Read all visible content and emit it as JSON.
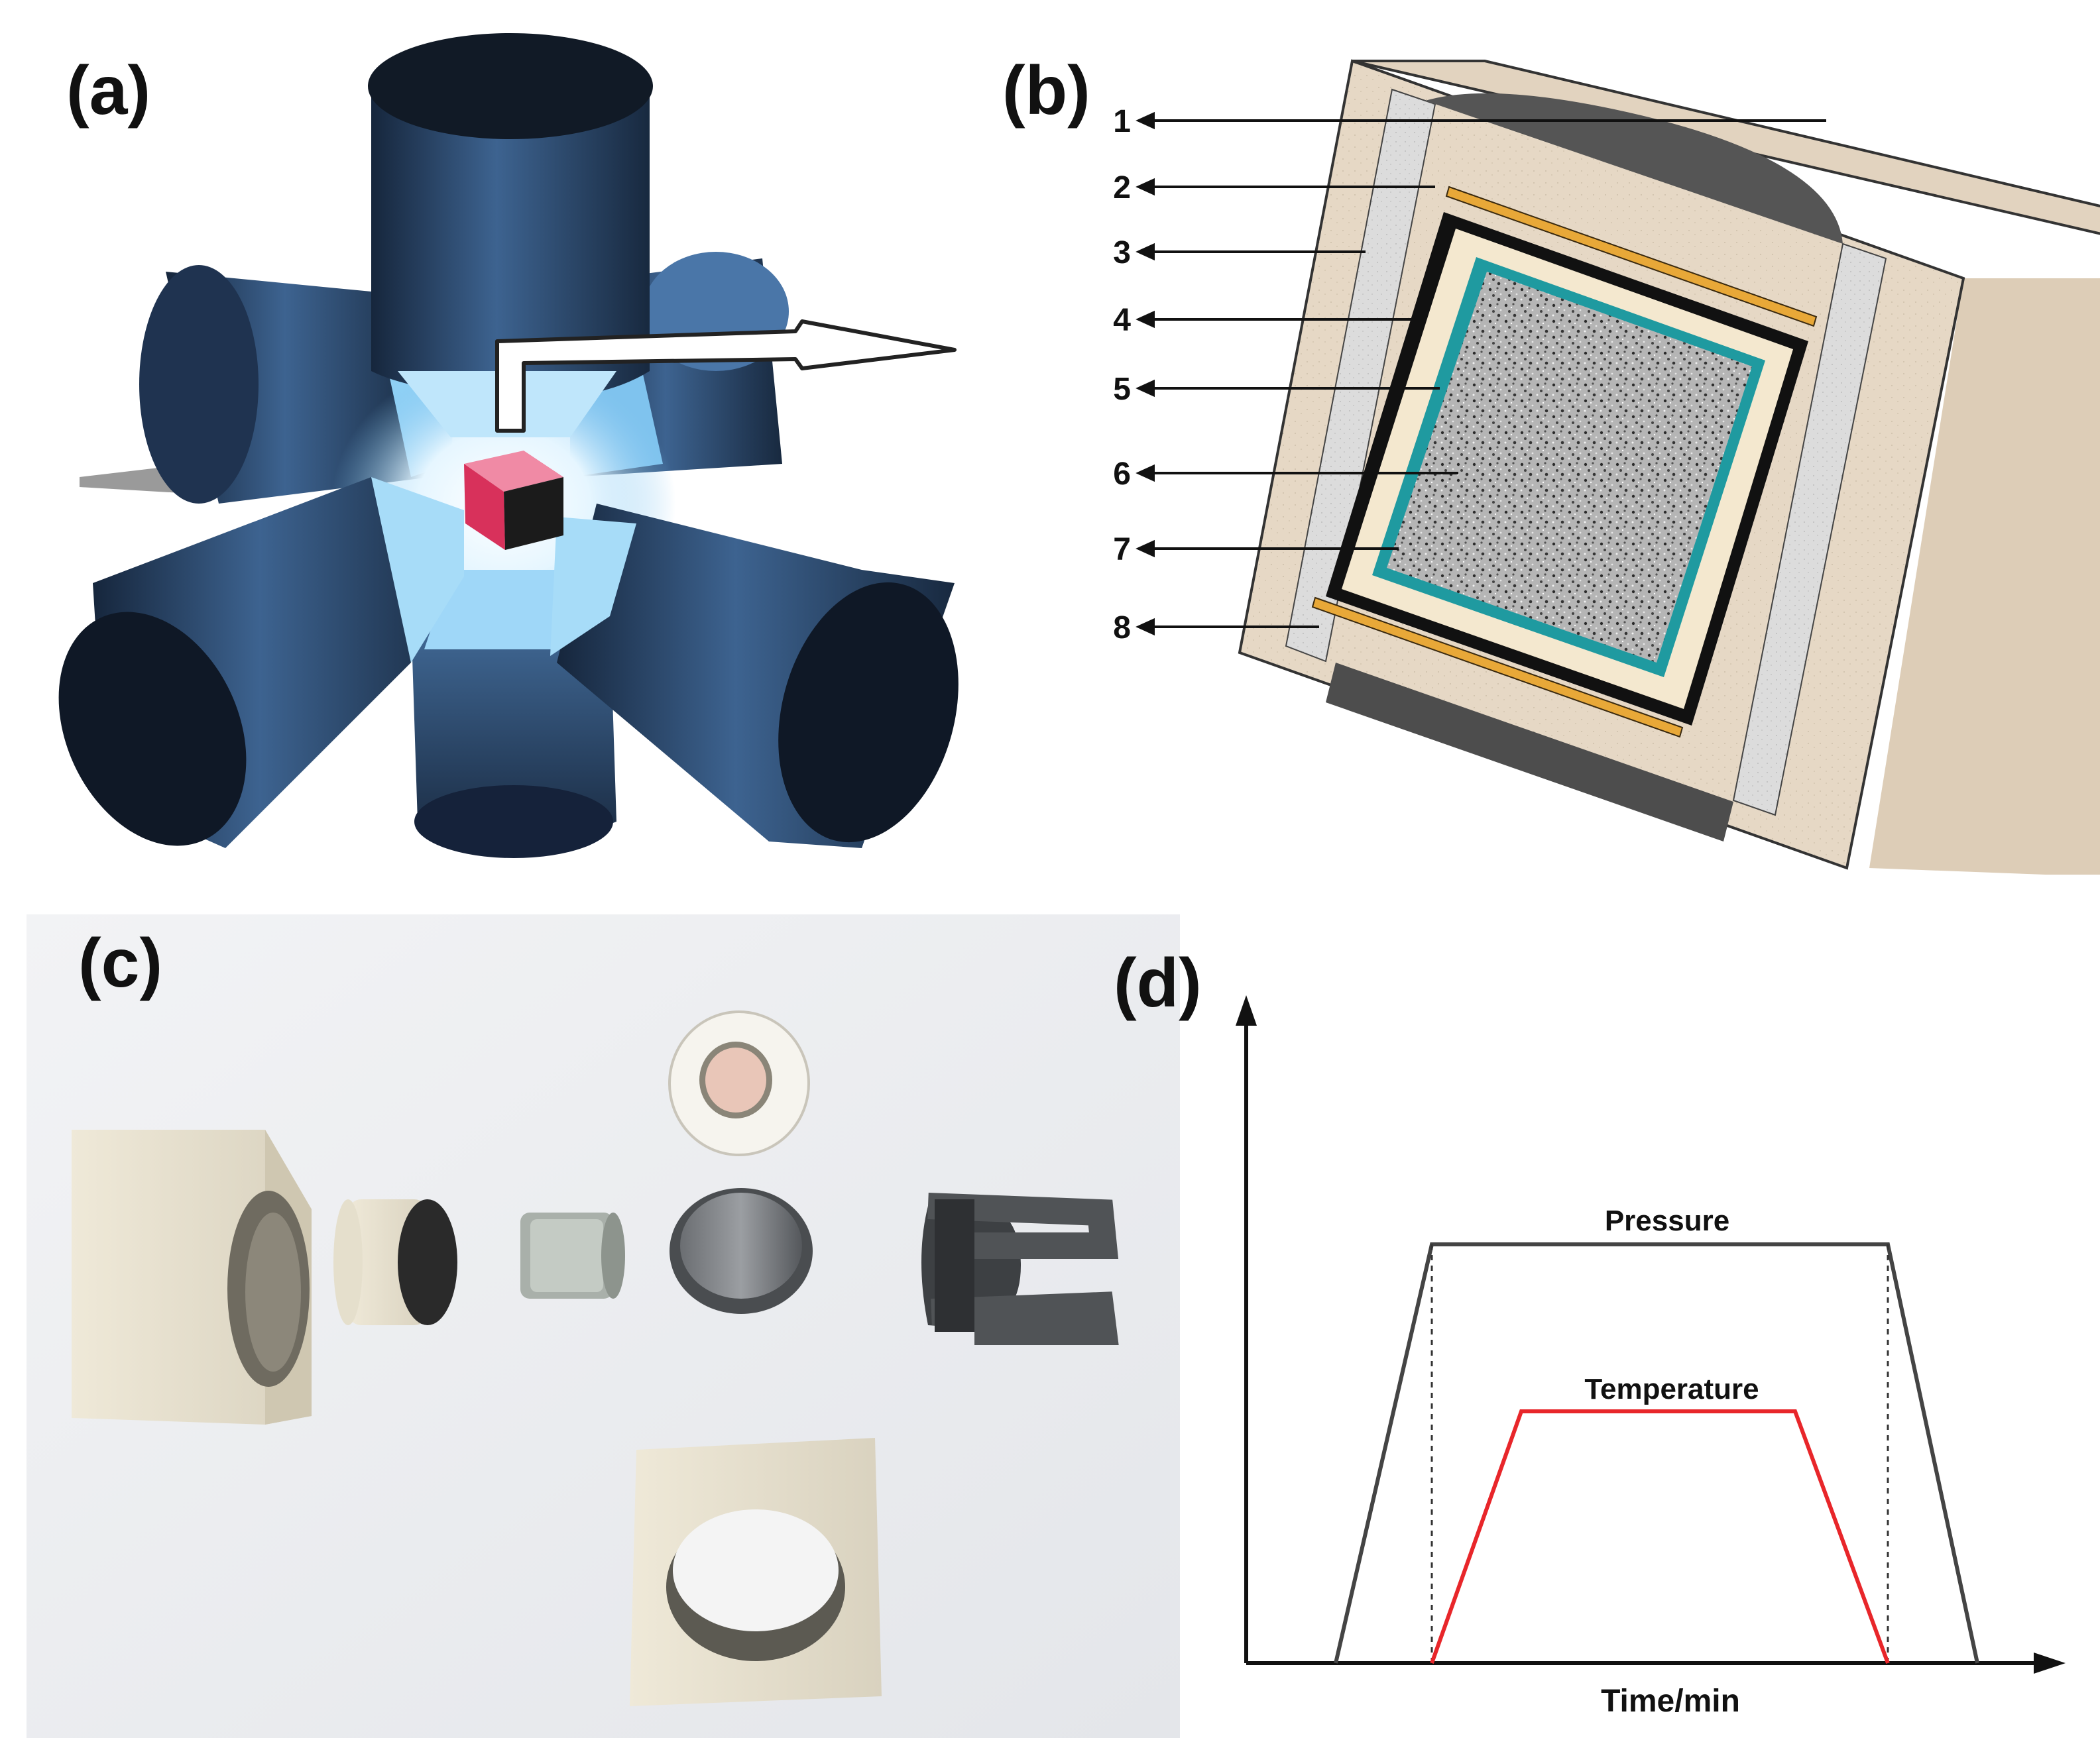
{
  "panels": {
    "a": {
      "label": "(a)"
    },
    "b": {
      "label": "(b)",
      "layer_numbers": [
        "1",
        "2",
        "3",
        "4",
        "5",
        "6",
        "7",
        "8"
      ]
    },
    "c": {
      "label": "(c)"
    },
    "d": {
      "label": "(d)",
      "x_axis_label": "Time/min",
      "pressure_label": "Pressure",
      "temperature_label": "Temperature"
    }
  },
  "colors": {
    "anvil_blue": "#2f4f78",
    "sample_pink": "#d8315b",
    "pyrophyllite": "#e6d8c5",
    "gasket_gray": "#d9dadb",
    "heater_black": "#111111",
    "insulator_cream": "#f4e8cf",
    "capsule_teal": "#1f9aa0",
    "sample_speckle": "#8f8f8f",
    "electrode_gold": "#e8a838",
    "pressure_line": "#444444",
    "temperature_line": "#e8262a"
  }
}
